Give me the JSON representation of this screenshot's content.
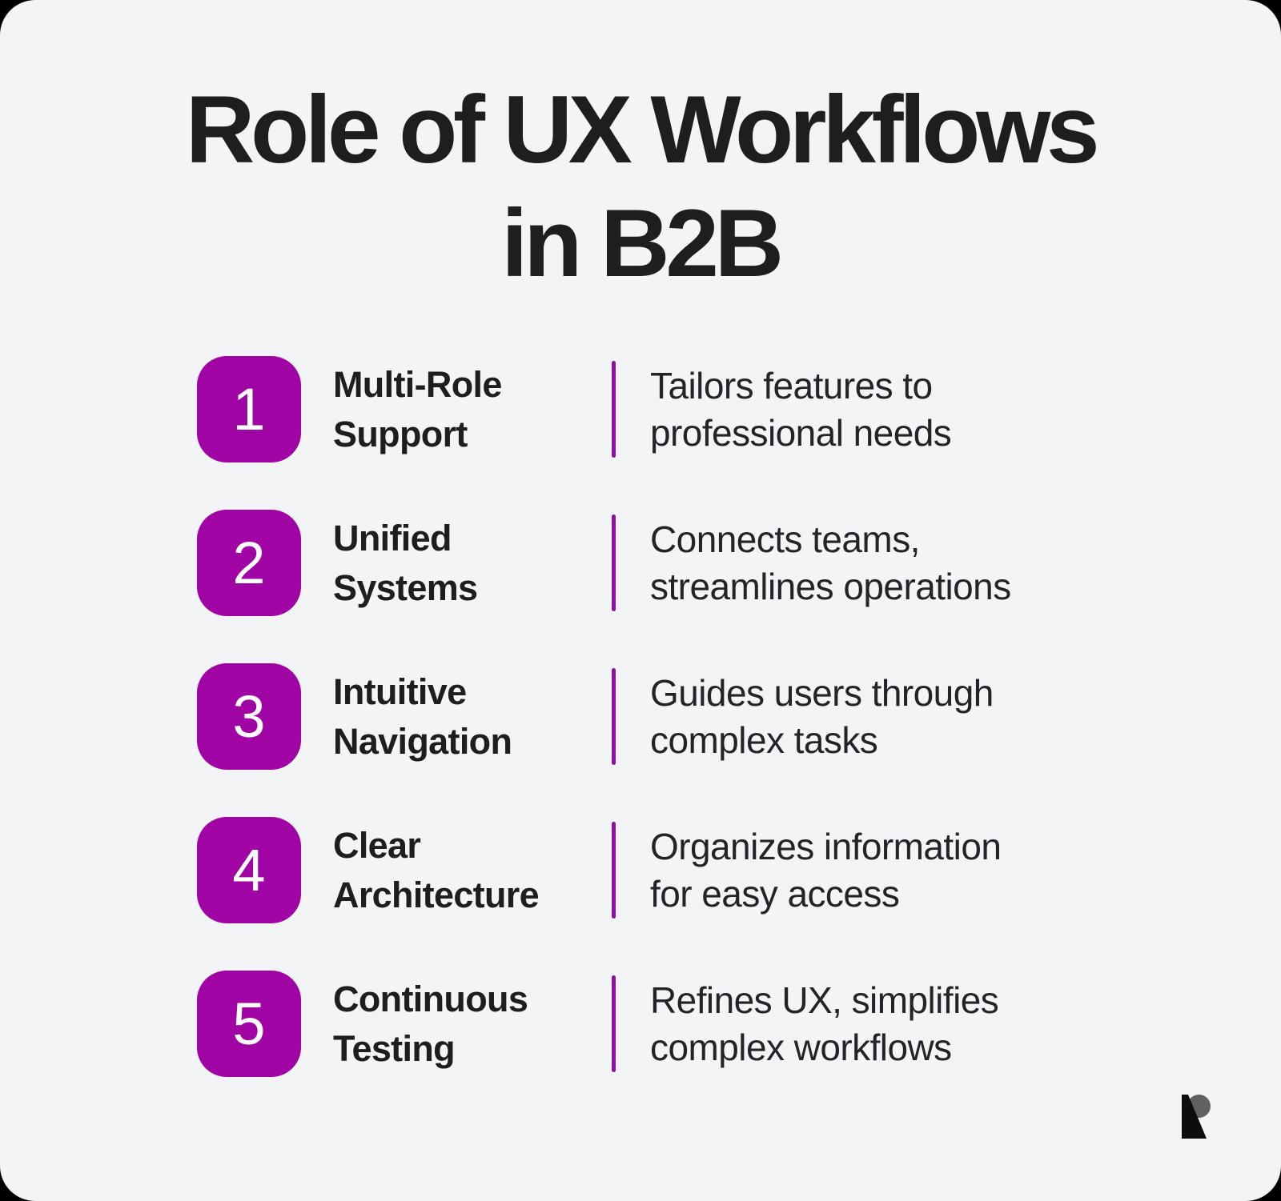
{
  "page": {
    "title": "Role of UX Workflows\nin B2B"
  },
  "colors": {
    "background": "#F3F4F6",
    "accent_purple": "#A004A4",
    "divider_purple": "#8E10A4",
    "text_dark": "#1E1E20",
    "text_body": "#242428",
    "badge_number": "#FFFFFF",
    "logo_black": "#0D0D0D",
    "logo_gray": "#616161"
  },
  "icons": {
    "brand_logo": "r-mark-logo-icon"
  },
  "items": [
    {
      "number": "1",
      "title": "Multi-Role\nSupport",
      "description": "Tailors features to\nprofessional needs"
    },
    {
      "number": "2",
      "title": "Unified\nSystems",
      "description": "Connects teams,\nstreamlines operations"
    },
    {
      "number": "3",
      "title": "Intuitive\nNavigation",
      "description": "Guides users through\ncomplex tasks"
    },
    {
      "number": "4",
      "title": "Clear\nArchitecture",
      "description": "Organizes information\nfor easy access"
    },
    {
      "number": "5",
      "title": "Continuous\nTesting",
      "description": "Refines UX, simplifies\ncomplex workflows"
    }
  ]
}
